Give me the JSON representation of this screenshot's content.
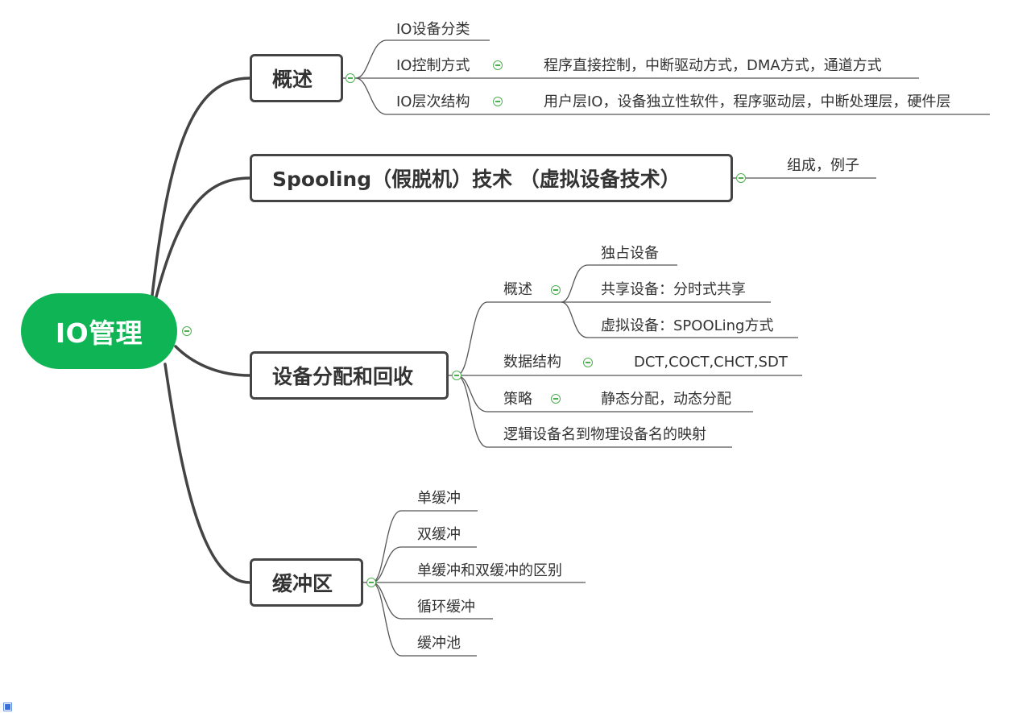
{
  "root": {
    "label": "IO管理"
  },
  "branches": {
    "overview": {
      "label": "概述",
      "items": {
        "classify": "IO设备分类",
        "control": "IO控制方式",
        "control_detail": "程序直接控制，中断驱动方式，DMA方式，通道方式",
        "layers": "IO层次结构",
        "layers_detail": "用户层IO，设备独立性软件，程序驱动层，中断处理层，硬件层"
      }
    },
    "spooling": {
      "label": "Spooling（假脱机）技术 （虚拟设备技术）",
      "items": {
        "compose": "组成，例子"
      }
    },
    "alloc": {
      "label": "设备分配和回收",
      "items": {
        "overview": "概述",
        "exclusive": "独占设备",
        "shared": "共享设备：分时式共享",
        "virtual": "虚拟设备：SPOOLing方式",
        "datastruct": "数据结构",
        "datastruct_detail": "DCT,COCT,CHCT,SDT",
        "strategy": "策略",
        "strategy_detail": "静态分配，动态分配",
        "mapping": "逻辑设备名到物理设备名的映射"
      }
    },
    "buffer": {
      "label": "缓冲区",
      "items": {
        "single": "单缓冲",
        "double": "双缓冲",
        "diff": "单缓冲和双缓冲的区别",
        "ring": "循环缓冲",
        "pool": "缓冲池"
      }
    }
  },
  "colors": {
    "root": "#0fb454",
    "toggle": "#4caf50",
    "line": "#444444"
  },
  "icons": {
    "toggle": "collapse-minus-icon",
    "corner": "corner-logo-icon"
  }
}
